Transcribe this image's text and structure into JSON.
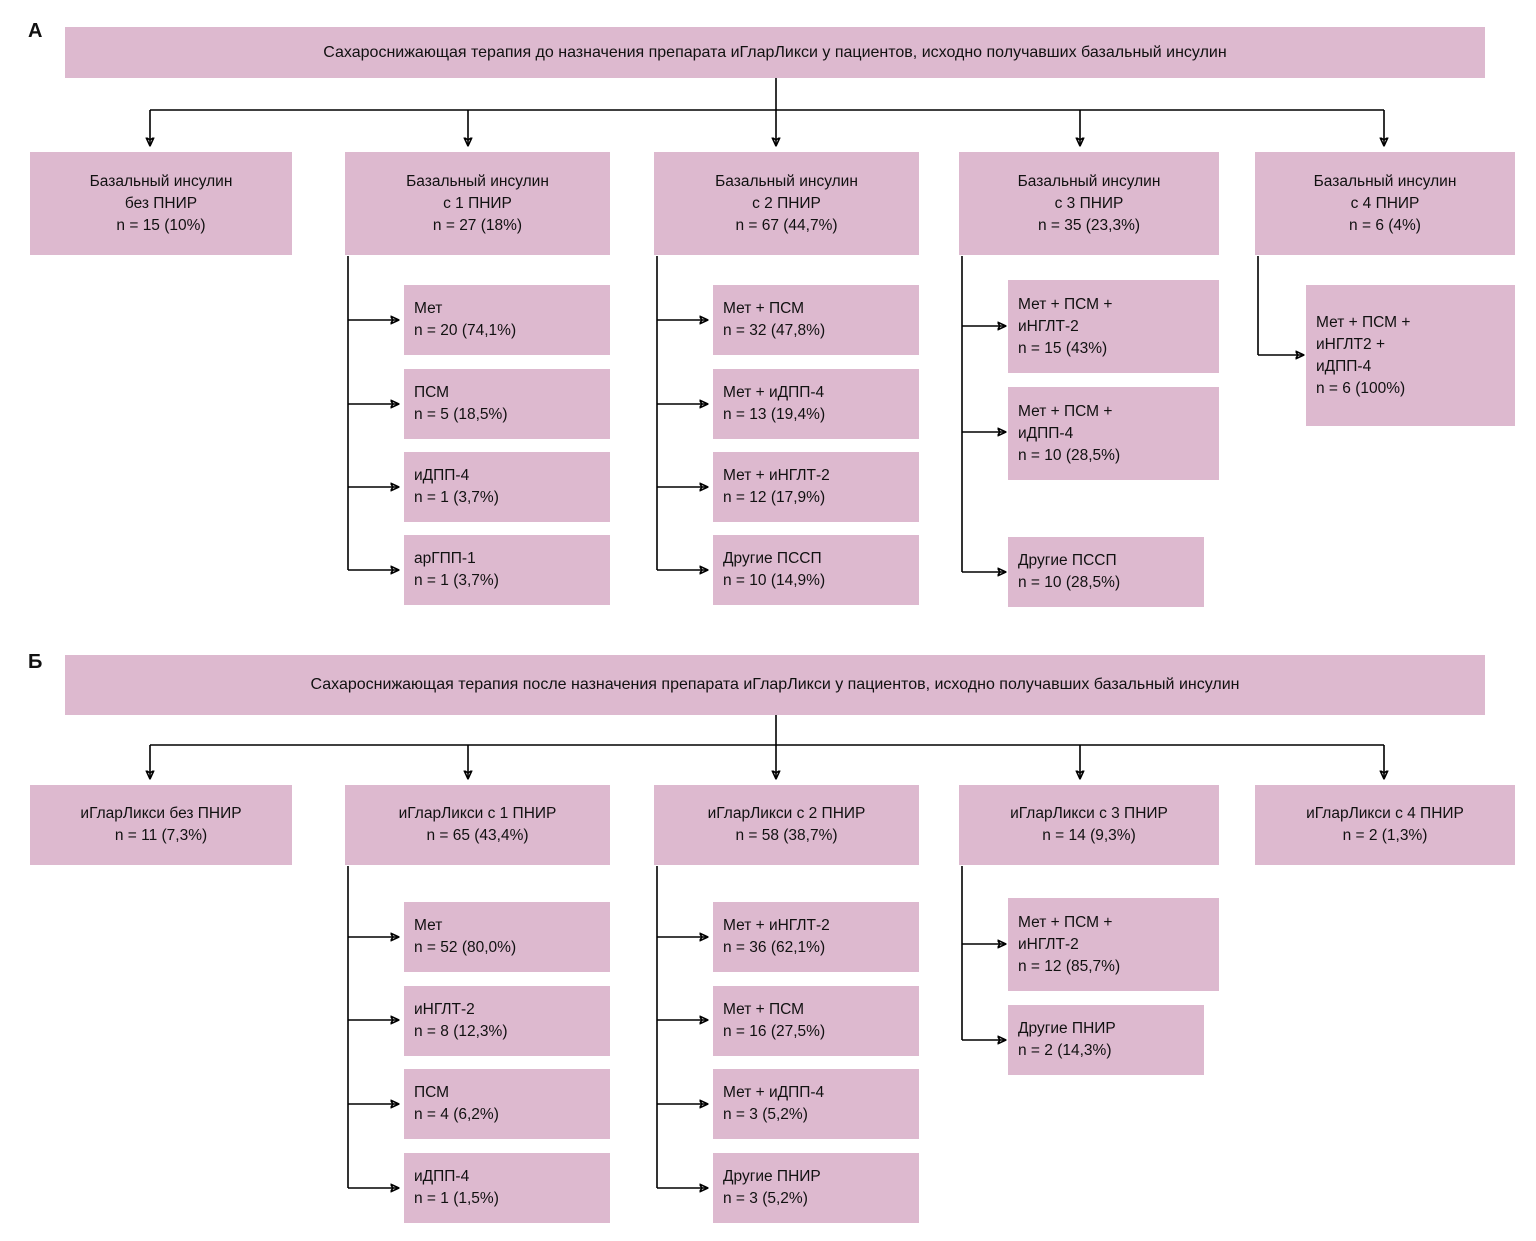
{
  "panels": [
    {
      "letter": "А",
      "title": "Сахароснижающая терапия до назначения препарата иГларЛикси у пациентов, исходно получавших базальный инсулин",
      "columns": [
        {
          "head": [
            "Базальный инсулин",
            "без ПНИР",
            "n = 15 (10%)"
          ],
          "children": []
        },
        {
          "head": [
            "Базальный инсулин",
            "с 1 ПНИР",
            "n = 27 (18%)"
          ],
          "children": [
            [
              "Мет",
              "n = 20 (74,1%)"
            ],
            [
              "ПСМ",
              "n = 5 (18,5%)"
            ],
            [
              "иДПП-4",
              "n = 1 (3,7%)"
            ],
            [
              "арГПП-1",
              "n = 1 (3,7%)"
            ]
          ]
        },
        {
          "head": [
            "Базальный инсулин",
            "с 2 ПНИР",
            "n = 67 (44,7%)"
          ],
          "children": [
            [
              "Мет + ПСМ",
              "n = 32 (47,8%)"
            ],
            [
              "Мет + иДПП-4",
              "n = 13 (19,4%)"
            ],
            [
              "Мет + иНГЛТ-2",
              "n = 12 (17,9%)"
            ],
            [
              "Другие ПССП",
              "n = 10 (14,9%)"
            ]
          ]
        },
        {
          "head": [
            "Базальный инсулин",
            "с 3 ПНИР",
            "n = 35 (23,3%)"
          ],
          "children": [
            [
              "Мет + ПСМ +",
              "иНГЛТ-2",
              "n = 15 (43%)"
            ],
            [
              "Мет + ПСМ +",
              "иДПП-4",
              "n = 10 (28,5%)"
            ],
            [
              "Другие ПССП",
              "n = 10 (28,5%)"
            ]
          ]
        },
        {
          "head": [
            "Базальный инсулин",
            "с 4 ПНИР",
            "n = 6 (4%)"
          ],
          "children": [
            [
              "Мет + ПСМ +",
              "иНГЛТ2 +",
              "иДПП-4",
              "n = 6 (100%)"
            ]
          ]
        }
      ]
    },
    {
      "letter": "Б",
      "title": "Сахароснижающая терапия после назначения препарата иГларЛикси у пациентов, исходно получавших базальный инсулин",
      "columns": [
        {
          "head": [
            "иГларЛикси без ПНИР",
            "n = 11 (7,3%)"
          ],
          "children": []
        },
        {
          "head": [
            "иГларЛикси с 1 ПНИР",
            "n = 65 (43,4%)"
          ],
          "children": [
            [
              "Мет",
              "n = 52 (80,0%)"
            ],
            [
              "иНГЛТ-2",
              "n = 8 (12,3%)"
            ],
            [
              "ПСМ",
              "n = 4 (6,2%)"
            ],
            [
              "иДПП-4",
              "n = 1 (1,5%)"
            ]
          ]
        },
        {
          "head": [
            "иГларЛикси с 2 ПНИР",
            "n = 58 (38,7%)"
          ],
          "children": [
            [
              "Мет + иНГЛТ-2",
              "n = 36 (62,1%)"
            ],
            [
              "Мет + ПСМ",
              "n = 16 (27,5%)"
            ],
            [
              "Мет + иДПП-4",
              "n = 3 (5,2%)"
            ],
            [
              "Другие ПНИР",
              "n = 3 (5,2%)"
            ]
          ]
        },
        {
          "head": [
            "иГларЛикси с 3 ПНИР",
            "n = 14 (9,3%)"
          ],
          "children": [
            [
              "Мет + ПСМ +",
              "иНГЛТ-2",
              "n = 12 (85,7%)"
            ],
            [
              "Другие ПНИР",
              "n = 2 (14,3%)"
            ]
          ]
        },
        {
          "head": [
            "иГларЛикси с 4 ПНИР",
            "n = 2 (1,3%)"
          ],
          "children": []
        }
      ]
    }
  ],
  "colors": {
    "box_fill": "#ddb9cf",
    "text": "#111111",
    "connector": "#000000",
    "background": "#ffffff"
  }
}
